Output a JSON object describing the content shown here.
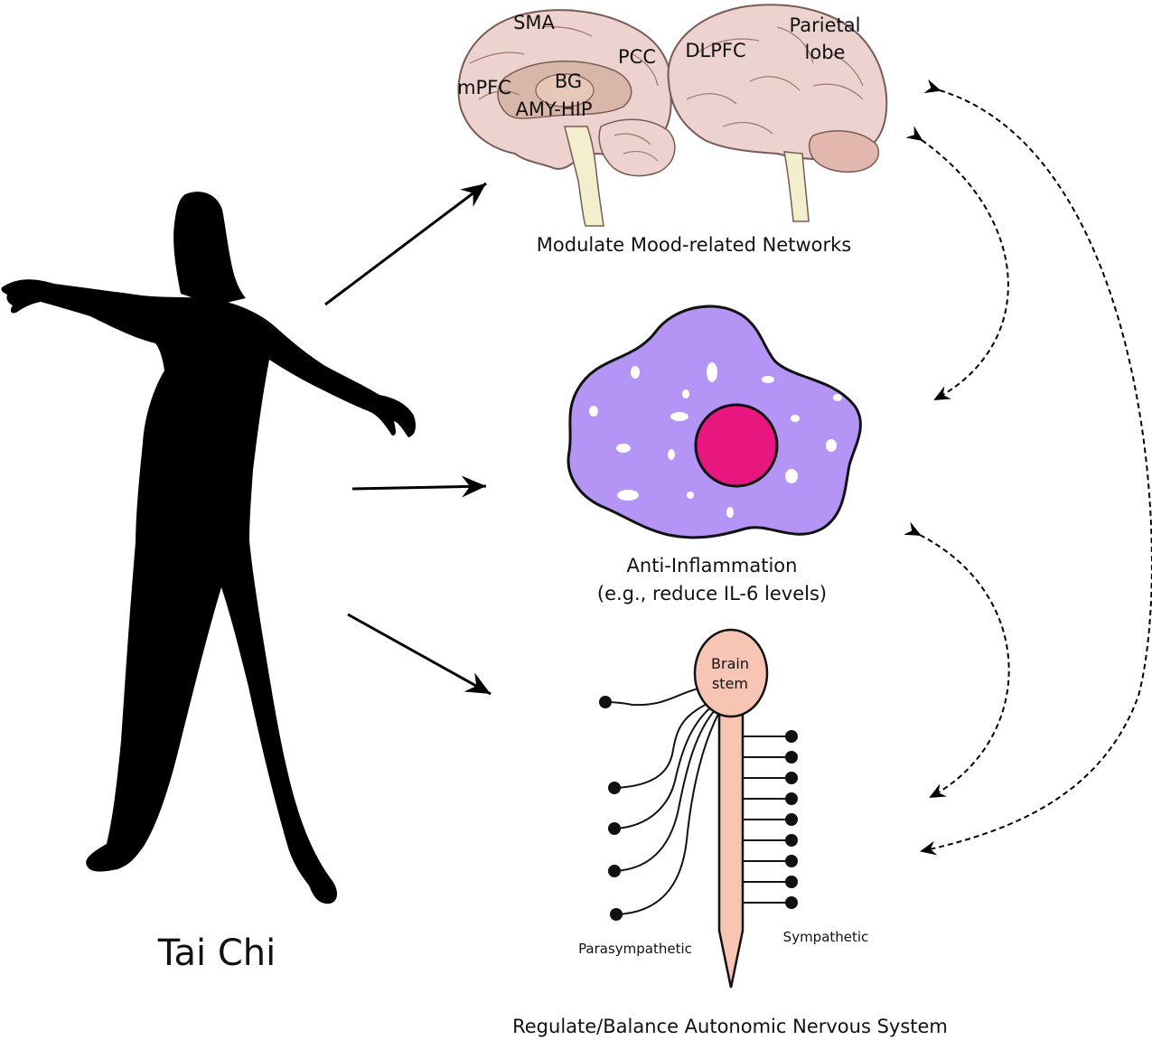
{
  "figure": {
    "tai_chi_label": "Tai Chi",
    "brain": {
      "caption": "Modulate Mood-related Networks",
      "regions": {
        "sma": "SMA",
        "pcc": "PCC",
        "dlpfc": "DLPFC",
        "parietal_line1": "Parietal",
        "parietal_line2": "lobe",
        "mpfc": "mPFC",
        "bg": "BG",
        "amy_hip": "AMY-HIP"
      }
    },
    "cell": {
      "caption_line1": "Anti-Inflammation",
      "caption_line2": "(e.g., reduce IL-6 levels)"
    },
    "ans": {
      "brainstem_line1": "Brain",
      "brainstem_line2": "stem",
      "parasympathetic": "Parasympathetic",
      "sympathetic": "Sympathetic",
      "caption": "Regulate/Balance Autonomic Nervous System"
    },
    "colors": {
      "brain_fill": "#edd3cf",
      "brain_stroke": "#7a5a55",
      "cell_fill": "#b494f4",
      "nucleus_fill": "#e8177f",
      "spinal_fill": "#f8c4b4",
      "silhouette": "#000000"
    }
  }
}
